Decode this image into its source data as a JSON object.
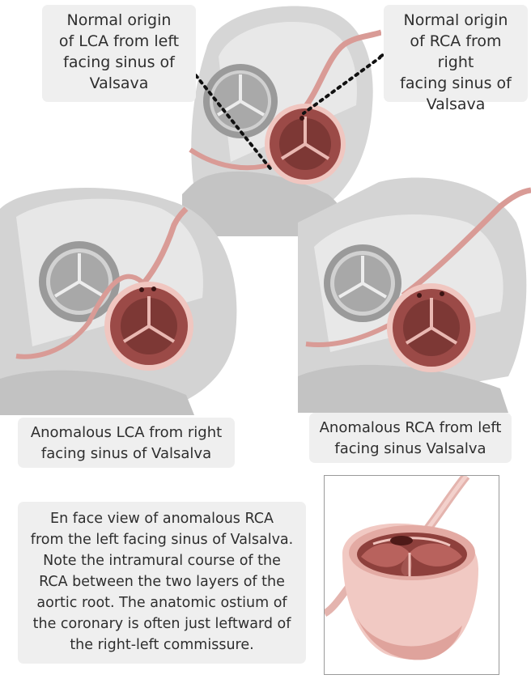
{
  "labels": {
    "top_left": [
      "Normal origin",
      "of LCA from left",
      "facing sinus of",
      "Valsava"
    ],
    "top_right": [
      "Normal origin",
      "of RCA from right",
      "facing sinus of",
      "Valsava"
    ],
    "middle_left": [
      "Anomalous LCA from right",
      "facing sinus of Valsalva"
    ],
    "middle_right": [
      "Anomalous RCA from left",
      "facing sinus Valsalva"
    ],
    "bottom_note": [
      "En face view of anomalous RCA",
      "from the left facing sinus of Valsalva.",
      "Note the intramural course of the",
      "RCA between the two layers of the",
      "aortic root.  The anatomic ostium of",
      "the coronary is often just leftward of",
      "the right-left commissure."
    ]
  },
  "colors": {
    "tissue_light": "#e6e6e6",
    "tissue_mid": "#bdbdbd",
    "tissue_dark": "#8c8c8c",
    "valve_red": "#9b4a47",
    "valve_dark": "#6a2c2a",
    "vessel_pink": "#d99b96",
    "label_bg": "#efefef"
  }
}
